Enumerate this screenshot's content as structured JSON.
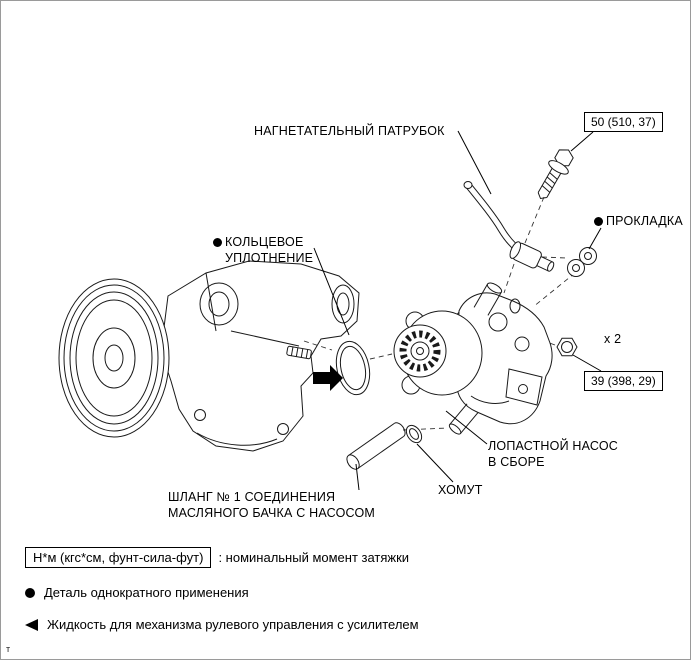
{
  "diagram": {
    "pressure_tube_label": "НАГНЕТАТЕЛЬНЫЙ ПАТРУБОК",
    "union_bolt_torque": "50 (510, 37)",
    "gasket_label": "ПРОКЛАДКА",
    "o_ring_label_line1": "КОЛЬЦЕВОЕ",
    "o_ring_label_line2": "УПЛОТНЕНИЕ",
    "nut_qty": "x 2",
    "nut_torque": "39 (398, 29)",
    "pump_label_line1": "ЛОПАСТНОЙ НАСОС",
    "pump_label_line2": "В СБОРЕ",
    "clamp_label": "ХОМУТ",
    "hose_label_line1": "ШЛАНГ № 1 СОЕДИНЕНИЯ",
    "hose_label_line2": "МАСЛЯНОГО БАЧКА С НАСОСОМ"
  },
  "legend": {
    "torque_units": "Н*м (кгс*см, фунт-сила-фут)",
    "torque_caption": ": номинальный момент затяжки",
    "non_reusable": "Деталь однократного применения",
    "fluid": "Жидкость для механизма рулевого управления с усилителем"
  },
  "footer": {
    "mark": "т"
  },
  "colors": {
    "line": "#1a1a1a",
    "background": "#ffffff"
  }
}
